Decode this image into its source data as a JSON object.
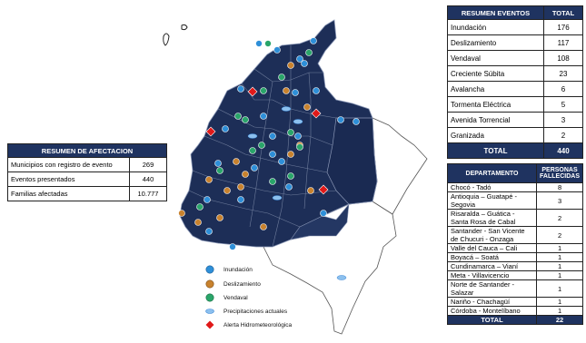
{
  "events_table": {
    "header_label": "RESUMEN  EVENTOS",
    "header_total": "TOTAL",
    "rows": [
      {
        "label": "Inundación",
        "value": "176"
      },
      {
        "label": "Deslizamiento",
        "value": "117"
      },
      {
        "label": "Vendaval",
        "value": "108"
      },
      {
        "label": "Creciente Súbita",
        "value": "23"
      },
      {
        "label": "Avalancha",
        "value": "6"
      },
      {
        "label": "Tormenta Eléctrica",
        "value": "5"
      },
      {
        "label": "Avenida Torrencial",
        "value": "3"
      },
      {
        "label": "Granizada",
        "value": "2"
      }
    ],
    "total_label": "TOTAL",
    "total_value": "440"
  },
  "affectation_table": {
    "header": "RESUMEN  DE  AFECTACION",
    "rows": [
      {
        "label": "Municipios con registro de evento",
        "value": "269"
      },
      {
        "label": "Eventos presentados",
        "value": "440"
      },
      {
        "label": "Familias afectadas",
        "value": "10.777"
      }
    ]
  },
  "deaths_table": {
    "header_dept": "DEPARTAMENTO",
    "header_deaths": "PERSONAS FALLECIDAS",
    "rows": [
      {
        "label": "Chocó - Tadó",
        "value": "8"
      },
      {
        "label": "Antioquia – Guatapé - Segovia",
        "value": "3"
      },
      {
        "label": "Risaralda – Guática - Santa Rosa de Cabal",
        "value": "2"
      },
      {
        "label": "Santander - San Vicente de Chucuri - Onzaga",
        "value": "2"
      },
      {
        "label": "Valle del Cauca – Cali",
        "value": "1"
      },
      {
        "label": "Boyacá – Soatá",
        "value": "1"
      },
      {
        "label": "Cundinamarca – Vianí",
        "value": "1"
      },
      {
        "label": "Meta - Villavicencio",
        "value": "1"
      },
      {
        "label": "Norte de Santander - Salazar",
        "value": "1"
      },
      {
        "label": "Nariño - Chachagüí",
        "value": "1"
      },
      {
        "label": "Córdoba - Montelíbano",
        "value": "1"
      }
    ],
    "total_label": "TOTAL",
    "total_value": "22"
  },
  "legend": [
    {
      "label": "Inundación",
      "icon": "flood-icon",
      "color": "#2e8fd8"
    },
    {
      "label": "Deslizamiento",
      "icon": "landslide-icon",
      "color": "#c8822e"
    },
    {
      "label": "Vendaval",
      "icon": "windstorm-icon",
      "color": "#2aa56a"
    },
    {
      "label": "Precipitaciones actuales",
      "icon": "rain-icon",
      "color": "#3a86d6"
    },
    {
      "label": "Alerta Hidrometeorológica",
      "icon": "alert-diamond-icon",
      "color": "#e01919"
    }
  ],
  "colors": {
    "header_bg": "#1f3360",
    "map_fill": "#1d2e57",
    "map_outline": "#6f7d9c",
    "alert": "#e01919"
  }
}
